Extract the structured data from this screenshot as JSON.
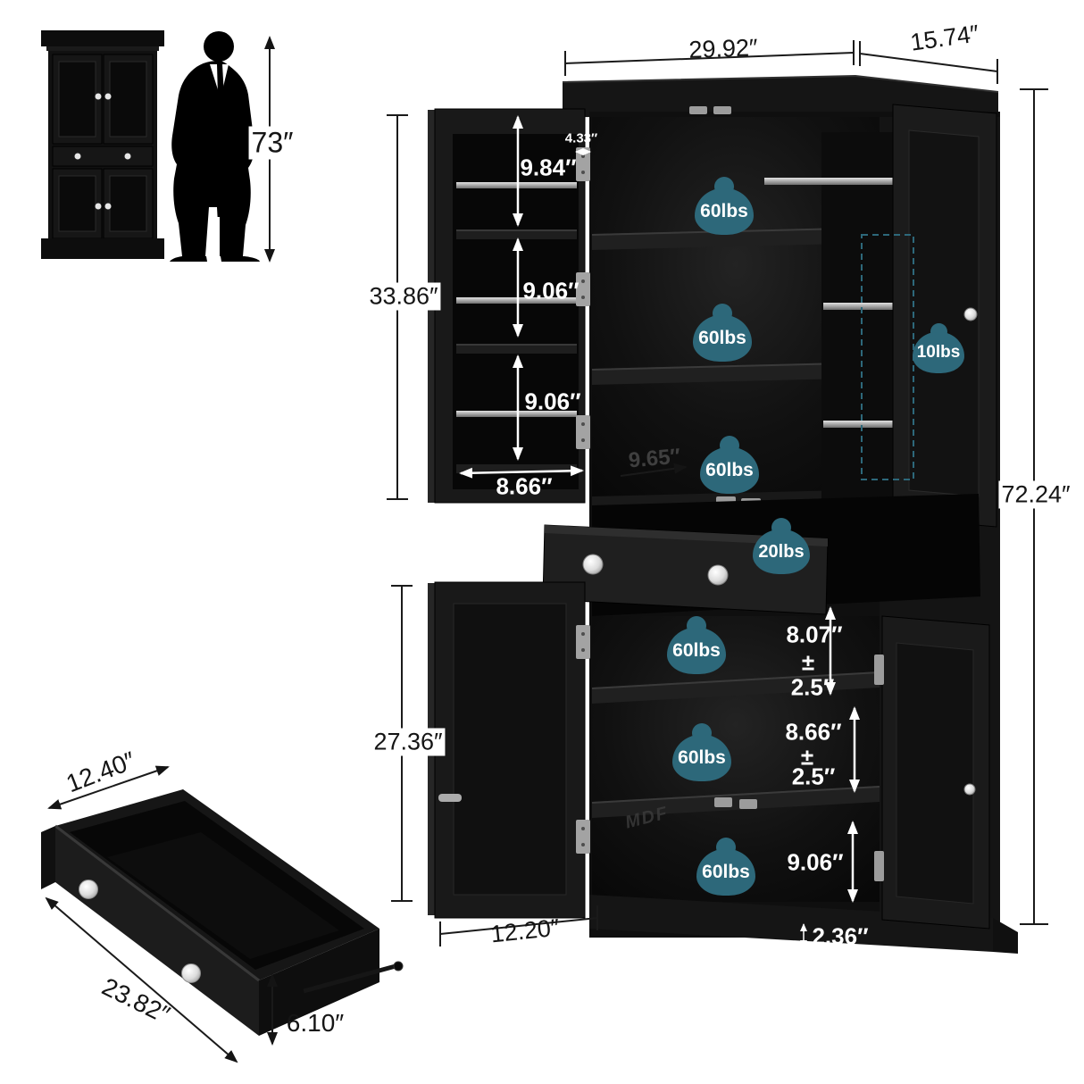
{
  "dims": {
    "man_height": "73″",
    "overall_width": "29.92″",
    "overall_depth": "15.74″",
    "overall_height": "72.24″",
    "upper_section_height": "33.86″",
    "upper_gap_1": "9.84″",
    "upper_gap_2": "9.06″",
    "upper_gap_3": "9.06″",
    "door_rack_width": "8.66″",
    "door_rack_depth": "4.33″",
    "shelf_depth": "9.65″",
    "lower_section_height": "27.36″",
    "lower_door_width": "12.20″",
    "lower_gap_1": "8.07″",
    "lower_gap_1_adjust": "2.5″",
    "lower_gap_2": "8.66″",
    "lower_gap_2_adjust": "2.5″",
    "lower_gap_3": "9.06″",
    "base_height": "2.36″",
    "plus_minus": "±",
    "drawer_depth": "12.40″",
    "drawer_length": "23.82″",
    "drawer_height": "6.10″"
  },
  "capacities": {
    "upper_shelf_1": "60lbs",
    "upper_shelf_2": "60lbs",
    "upper_shelf_3": "60lbs",
    "door_rack": "10lbs",
    "drawer": "20lbs",
    "lower_shelf_1": "60lbs",
    "lower_shelf_2": "60lbs",
    "lower_shelf_3": "60lbs"
  },
  "watermark": "MDF",
  "colors": {
    "badge": "#2d687a",
    "cabinet": "#101010",
    "dashed_highlight": "#2d687a"
  }
}
